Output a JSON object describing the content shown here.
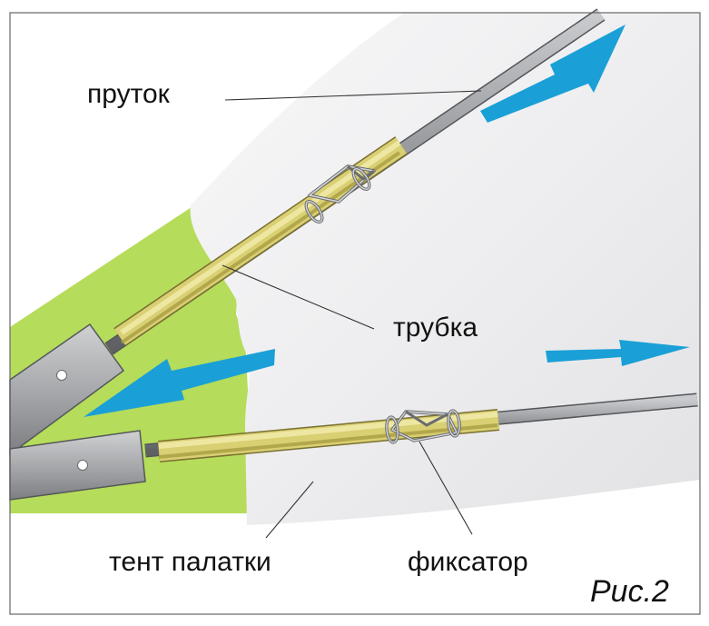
{
  "labels": {
    "rod": "пруток",
    "tube": "трубка",
    "tent": "тент палатки",
    "clip": "фиксатор"
  },
  "figure_number": "Рис.2",
  "colors": {
    "background": "#ffffff",
    "frame": "#666666",
    "tent_fabric": "#ebebed",
    "ground_green": "#b5dc5a",
    "tube_yellow": "#d9cf73",
    "rod_gray": "#8c8e92",
    "sleeve_gray": "#a3a5a8",
    "arrow_blue": "#1aa0d6",
    "clip_wire": "#8d8f92"
  },
  "icons": {
    "movement_arrows": "arrow-icon"
  }
}
